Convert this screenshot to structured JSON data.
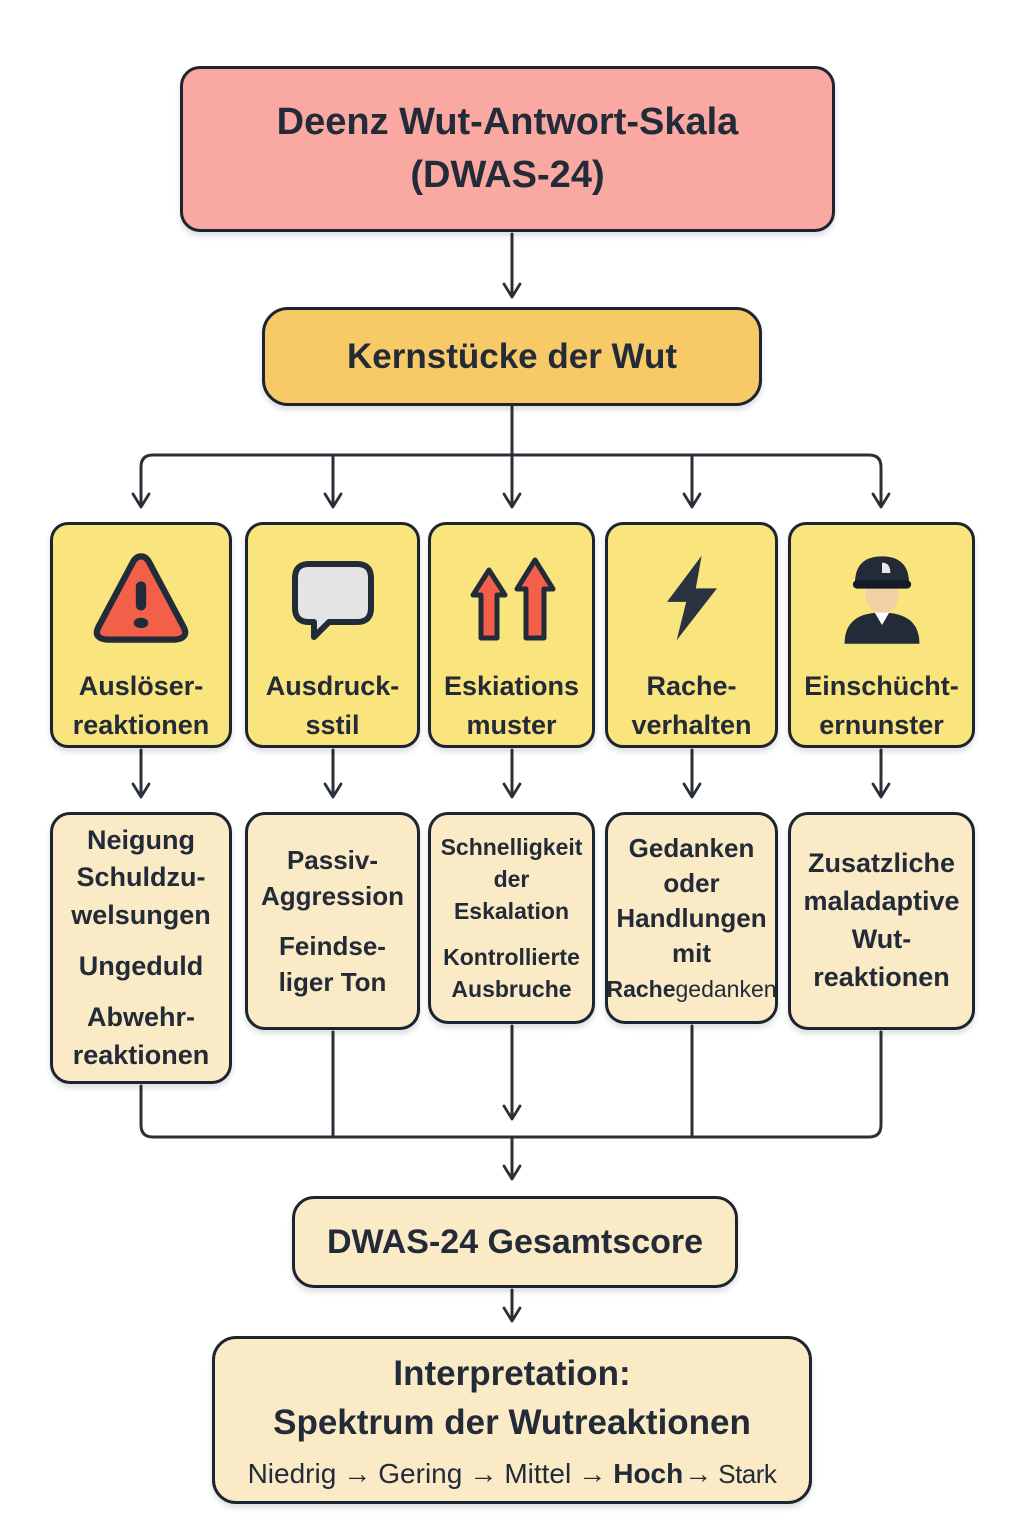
{
  "diagram": {
    "title": {
      "line1": "Deenz Wut-Antwort-Skala",
      "line2": "(DWAS-24)"
    },
    "core_label": "Kernstücke der Wut",
    "categories": [
      {
        "icon": "warning-triangle-icon",
        "label_line1": "Auslöser-",
        "label_line2": "reaktionen"
      },
      {
        "icon": "speech-bubble-icon",
        "label_line1": "Ausdruck-",
        "label_line2": "sstil"
      },
      {
        "icon": "double-up-arrows-icon",
        "label_line1": "Eskiations",
        "label_line2": "muster"
      },
      {
        "icon": "lightning-bolt-icon",
        "label_line1": "Rache-",
        "label_line2": "verhalten"
      },
      {
        "icon": "police-officer-icon",
        "label_line1": "Einschücht-",
        "label_line2": "ernunster"
      }
    ],
    "details": [
      {
        "paragraphs": [
          "Neigung Schuldzu-welsungen",
          "Ungeduld",
          "Abwehr-reaktionen"
        ]
      },
      {
        "paragraphs": [
          "Passiv-Aggression",
          "Feindse-liger Ton"
        ]
      },
      {
        "paragraphs": [
          "Schnelligkeit der Eskalation",
          "Kontrollierte Ausbruche"
        ]
      },
      {
        "paragraphs": [
          "Gedanken oder Handlungen mit"
        ],
        "highlight_word": "Rache",
        "highlight_suffix": "gedanken"
      },
      {
        "paragraphs": [
          "Zusatzliche maladaptive Wut-reaktionen"
        ]
      }
    ],
    "score_label": "DWAS-24 Gesamtscore",
    "interpretation": {
      "heading_line1": "Interpretation:",
      "heading_line2": "Spektrum der Wutreaktionen",
      "levels": [
        "Niedrig",
        "Gering",
        "Mittel",
        "Hoch",
        "Stark"
      ],
      "arrow_glyph": "→"
    },
    "colors": {
      "background": "#FFFFFF",
      "title_bg": "#F9A8A2",
      "core_bg": "#F8C967",
      "category_bg": "#F9E47E",
      "detail_bg": "#FAEBC6",
      "border": "#1C2430",
      "text": "#232B38",
      "connector": "#2A3038",
      "alert_red": "#F2604A",
      "bubble_gray": "#E4E4E4",
      "bolt_dark": "#2A3240",
      "skin_tan": "#F2CFA4"
    }
  }
}
